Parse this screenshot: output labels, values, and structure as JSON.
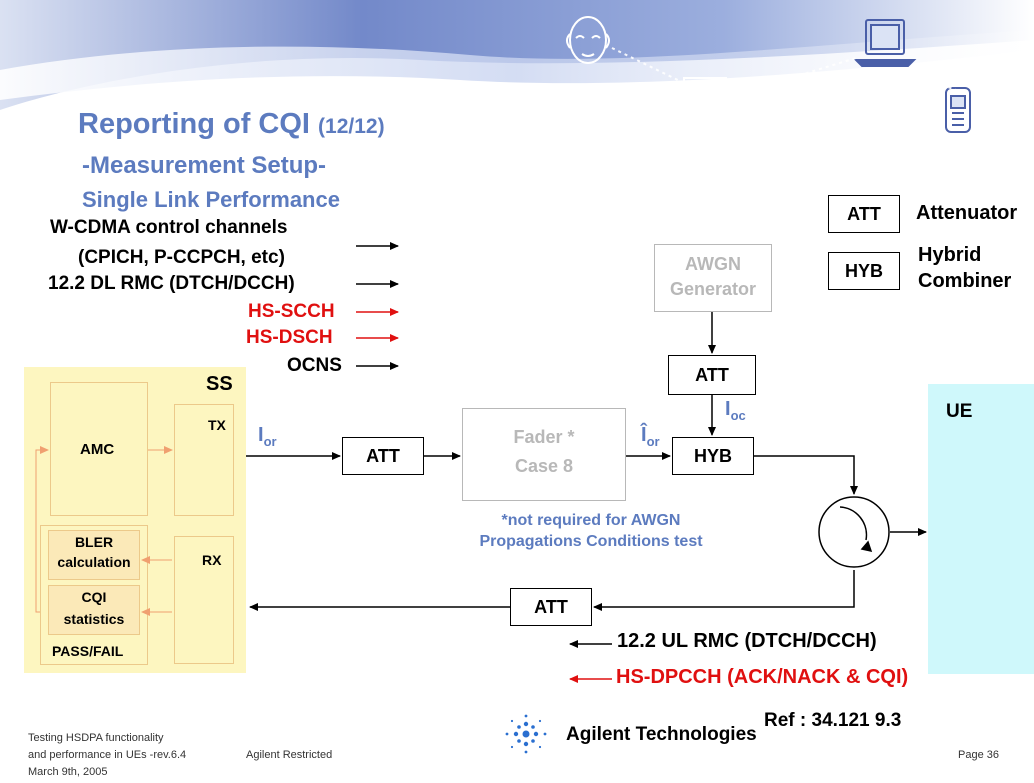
{
  "title": {
    "main": "Reporting of CQI",
    "page_indicator": "(12/12)",
    "line2": "-Measurement Setup-",
    "line3": "Single Link Performance"
  },
  "legend": {
    "att_box": "ATT",
    "att_text": "Attenuator",
    "hyb_box": "HYB",
    "hyb_text_line1": "Hybrid",
    "hyb_text_line2": "Combiner"
  },
  "channels": {
    "control_line1": "W-CDMA control channels",
    "control_line2": "(CPICH, P-CCPCH, etc)",
    "dl_rmc": "12.2 DL RMC (DTCH/DCCH)",
    "hs_scch": "HS-SCCH",
    "hs_dsch": "HS-DSCH",
    "ocns": "OCNS"
  },
  "ss": {
    "label": "SS",
    "amc": "AMC",
    "tx": "TX",
    "rx": "RX",
    "bler_line1": "BLER",
    "bler_line2": "calculation",
    "cqi_line1": "CQI",
    "cqi_line2": "statistics",
    "pass_fail": "PASS/FAIL"
  },
  "blocks": {
    "awgn_line1": "AWGN",
    "awgn_line2": "Generator",
    "att_awgn": "ATT",
    "att_tx": "ATT",
    "fader_line1": "Fader *",
    "fader_line2": "Case 8",
    "hyb": "HYB",
    "att_return": "ATT",
    "ue": "UE"
  },
  "symbols": {
    "i_or": "I",
    "i_or_sub": "or",
    "i_or_hat": "Î",
    "i_or_hat_sub": "or",
    "i_oc": "I",
    "i_oc_sub": "oc"
  },
  "note": {
    "line1": "*not required for AWGN",
    "line2": "Propagations Conditions test"
  },
  "uplink": {
    "ul_rmc": "12.2 UL RMC (DTCH/DCCH)",
    "hs_dpcch": "HS-DPCCH (ACK/NACK & CQI)"
  },
  "ref": "Ref : 34.121 9.3",
  "footer": {
    "doc_line1": "Testing HSDPA functionality",
    "doc_line2": "and performance in UEs -rev.6.4",
    "doc_line3": "March 9th, 2005",
    "restricted": "Agilent Restricted",
    "brand": "Agilent Technologies",
    "page": "Page 36"
  },
  "colors": {
    "title_blue": "#5c7bbf",
    "red": "#e01010",
    "ss_yellow": "#fdf6c0",
    "ue_cyan": "#cff8fb",
    "gray_block": "#b8b8b8"
  }
}
